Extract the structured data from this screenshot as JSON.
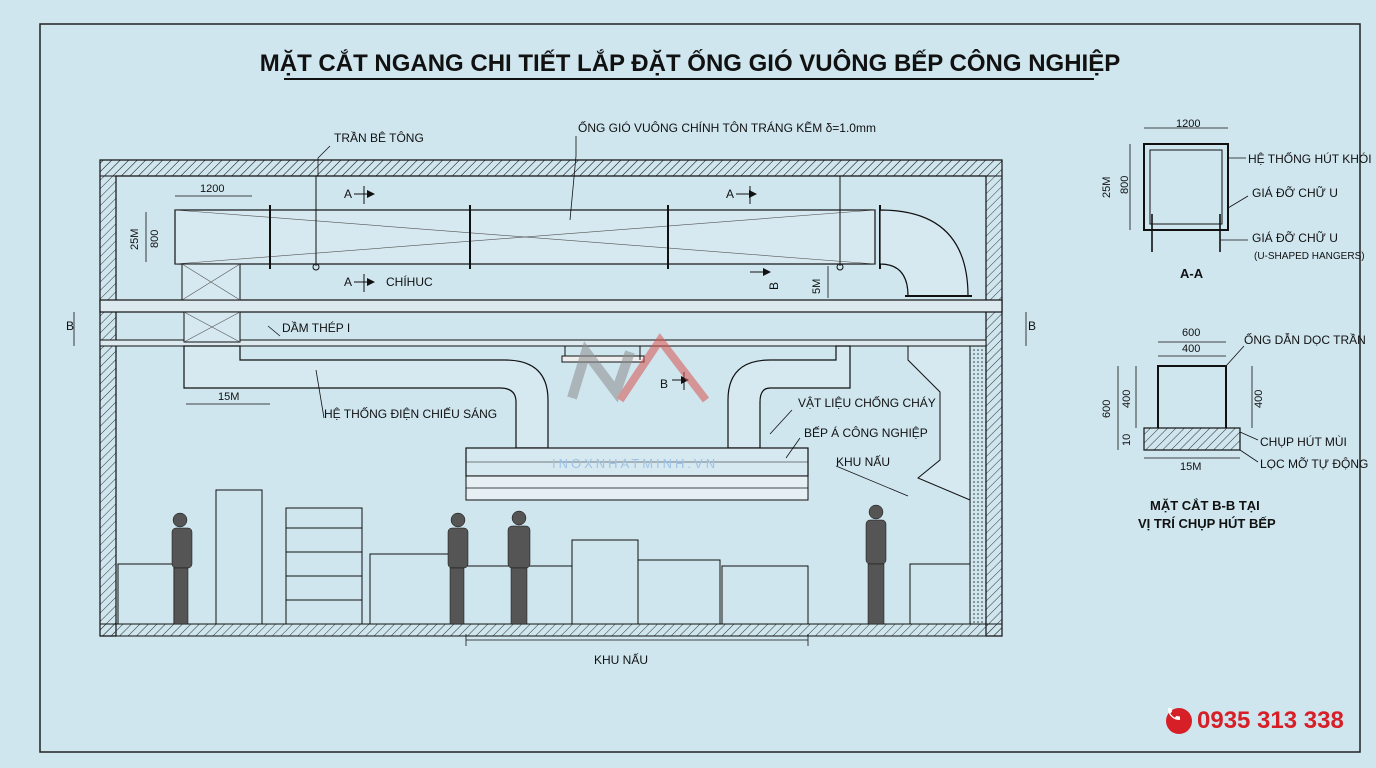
{
  "title": "MẶT CẮT NGANG CHI TIẾT LẮP ĐẶT ỐNG GIÓ VUÔNG BẾP CÔNG NGHIỆP",
  "main_view": {
    "label_concrete_ceiling": "TRẦN BÊ TÔNG",
    "label_main_duct": "ỐNG GIÓ VUÔNG CHÍNH TÔN TRÁNG KẼM δ=1.0mm",
    "label_section_a": "A",
    "label_section_b": "B",
    "label_chihuc": "CHÍHUC",
    "label_i_beam": "DẦM THÉP I",
    "label_lighting": "HỆ THỐNG ĐIỆN CHIẾU SÁNG",
    "label_fireproof": "VẬT LIỆU CHỐNG CHÁY",
    "label_asian_stove": "BẾP Á CÔNG NGHIỆP",
    "label_cooking_area": "KHU NẤU",
    "label_cooking_area_bottom": "KHU NẤU",
    "dim_1200": "1200",
    "dim_25m": "25M",
    "dim_800": "800",
    "dim_15m": "15M",
    "dim_5m": "5M"
  },
  "section_aa": {
    "title": "A-A",
    "dim_width": "1200",
    "dim_25m": "25M",
    "dim_800": "800",
    "label_exhaust_system": "HỆ THỐNG HÚT KHÓI",
    "label_u_bracket_1": "GIÁ ĐỠ CHỮ U",
    "label_u_bracket_2": "GIÁ ĐỠ CHỮ U",
    "label_u_hangers": "(U-SHAPED HANGERS)"
  },
  "section_bb": {
    "title_line1": "MẶT CẮT B-B TẠI",
    "title_line2": "VỊ TRÍ CHỤP HÚT BẾP",
    "dim_600_top": "600",
    "dim_400_top": "400",
    "dim_600_side": "600",
    "dim_400_side_left": "400",
    "dim_400_side_right": "400",
    "dim_10": "10",
    "dim_15m": "15M",
    "label_ceiling_duct": "ỐNG DẪN DỌC TRẦN",
    "label_hood": "CHỤP HÚT MÙI",
    "label_grease_filter": "LỌC MỠ TỰ ĐỘNG"
  },
  "watermark": "INOXNHATMINH.VN",
  "phone": "0935 313 338",
  "icons": {
    "phone": "phone-icon",
    "logo": "nm-logo-icon"
  },
  "colors": {
    "background": "#cfe6ef",
    "line": "#1a1a1a",
    "phone": "#d61f26"
  }
}
